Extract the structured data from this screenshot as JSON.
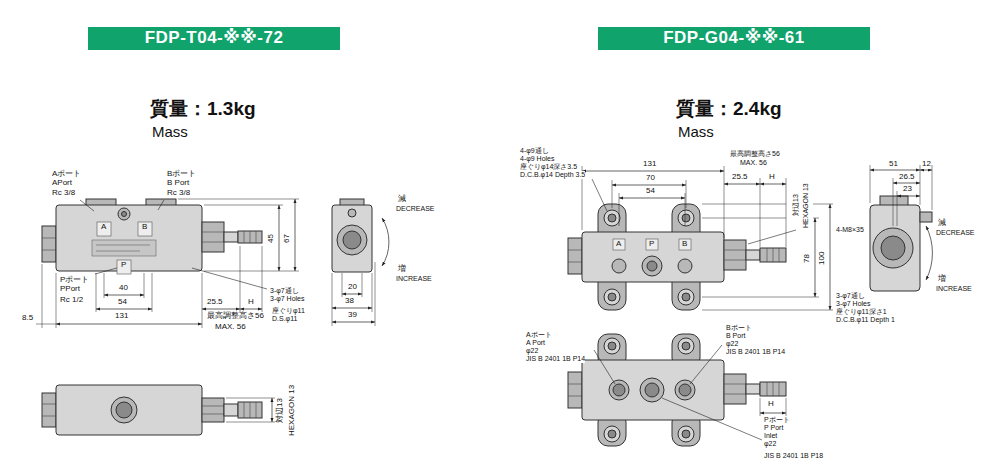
{
  "diagram": {
    "nodes": [
      {
        "text": [
          "FDP-T04-※※-72"
        ]
      },
      {
        "text": [
          "FDP-G04-※※-61"
        ]
      }
    ],
    "labels": [
      "質量：1.3kg",
      "Mass",
      "Aポート",
      "APort",
      "Rc 3/8",
      "Bポート",
      "B Port",
      "Rc 3/8",
      "A",
      "B",
      "P",
      "Pポート",
      "PPort",
      "Rc 1/2",
      "40",
      "54",
      "131",
      "8.5",
      "25.5",
      "H",
      "最高調整高さ56",
      "MAX. 56",
      "45",
      "67",
      "3-φ7通し",
      "3-φ7 Holes",
      "座ぐりφ11",
      "D.S.φ11",
      "20",
      "38",
      "39",
      "減",
      "DECREASE",
      "増",
      "INCREASE",
      "対辺13",
      "HEXAGON 13",
      "質量：2.4kg",
      "Mass",
      "4-φ9通し",
      "4-φ9 Holes",
      "座ぐりφ14深さ3.5",
      "D.C.B.φ14 Depth 3.5",
      "131",
      "70",
      "54",
      "最高調整高さ56",
      "MAX. 56",
      "25.5",
      "H",
      "対辺13",
      "HEXAGON 13",
      "A",
      "P",
      "B",
      "4-M8×35",
      "78",
      "100",
      "3-φ7通し",
      "3-φ7 Holes",
      "座ぐりφ11深さ1",
      "D.C.B.φ11 Depth 1",
      "51",
      "12",
      "26.5",
      "23",
      "減",
      "DECREASE",
      "増",
      "INCREASE",
      "Aポート",
      "A Port",
      "φ22",
      "JIS B 2401 1B P14",
      "Bポート",
      "B Port",
      "φ22",
      "JIS B 2401 1B P14",
      "H",
      "Pポート",
      "P Port",
      "Inlet",
      "φ22",
      "JIS B 2401 1B P18"
    ]
  }
}
